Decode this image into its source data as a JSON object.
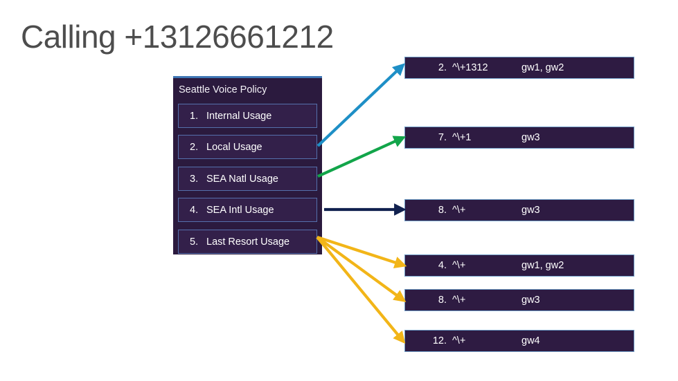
{
  "slide": {
    "title": "Calling +13126661212"
  },
  "policy_panel": {
    "title": "Seattle Voice Policy",
    "rows": [
      {
        "number": "1.",
        "label": "Internal Usage"
      },
      {
        "number": "2.",
        "label": "Local Usage"
      },
      {
        "number": "3.",
        "label": "SEA Natl Usage"
      },
      {
        "number": "4.",
        "label": "SEA Intl Usage"
      },
      {
        "number": "5.",
        "label": "Last Resort Usage"
      }
    ]
  },
  "route_rows": [
    {
      "number": "2.",
      "pattern": "^\\+1312",
      "gateways": "gw1, gw2"
    },
    {
      "number": "7.",
      "pattern": "^\\+1",
      "gateways": "gw3"
    },
    {
      "number": "8.",
      "pattern": "^\\+",
      "gateways": "gw3"
    },
    {
      "number": "4.",
      "pattern": "^\\+",
      "gateways": "gw1, gw2"
    },
    {
      "number": "8.",
      "pattern": "^\\+",
      "gateways": "gw3"
    },
    {
      "number": "12.",
      "pattern": "^\\+",
      "gateways": "gw4"
    }
  ],
  "arrows": [
    {
      "name": "arrow-local-usage-to-route-1",
      "color": "#1e8fc6",
      "from_policy_row": 2,
      "to_route_row": 1
    },
    {
      "name": "arrow-sea-natl-usage-to-route-2",
      "color": "#12a54a",
      "from_policy_row": 3,
      "to_route_row": 2
    },
    {
      "name": "arrow-sea-intl-usage-to-route-3",
      "color": "#11214f",
      "from_policy_row": 4,
      "to_route_row": 3
    },
    {
      "name": "arrow-last-resort-usage-to-route-4",
      "color": "#f2b518",
      "from_policy_row": 5,
      "to_route_row": 4
    },
    {
      "name": "arrow-last-resort-usage-to-route-5",
      "color": "#f2b518",
      "from_policy_row": 5,
      "to_route_row": 5
    },
    {
      "name": "arrow-last-resort-usage-to-route-6",
      "color": "#f2b518",
      "from_policy_row": 5,
      "to_route_row": 6
    }
  ],
  "colors": {
    "panel_background": "#2b1a3e",
    "panel_top_border": "#3f77b5",
    "policy_row_background": "#33204a",
    "policy_row_border": "#5570ac",
    "route_row_background": "#2e1b42",
    "route_row_border": "#6f9ec8",
    "title_text": "#4d4d4d",
    "body_text": "#ffffff",
    "page_background": "#ffffff"
  }
}
